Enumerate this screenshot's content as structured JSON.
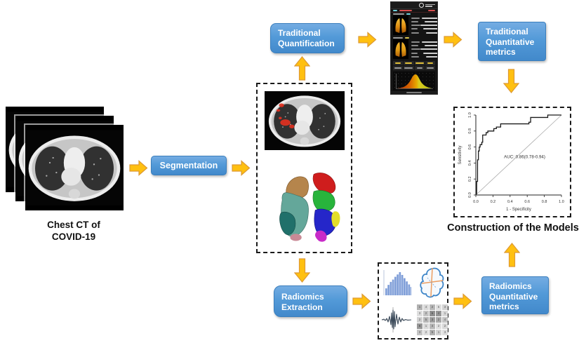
{
  "labels": {
    "chest_ct_line1": "Chest CT of",
    "chest_ct_line2": "COVID-19",
    "segmentation": "Segmentation",
    "traditional_quantification": [
      "Traditional",
      "Quantification"
    ],
    "traditional_quantitative_metrics": [
      "Traditional",
      "Quantitative",
      "metrics"
    ],
    "radiomics_extraction": [
      "Radiomics",
      "Extraction"
    ],
    "radiomics_quantitative_metrics": [
      "Radiomics",
      "Quantitative",
      "metrics"
    ],
    "construction_of_models": "Construction of the Models"
  },
  "colors": {
    "process_box_blue": "#4a90d0",
    "arrow_yellow": "#ffc010",
    "arrow_outline": "#dd9933",
    "dashed_border": "#1a1a1a",
    "ct_lesion_red": "#e03020",
    "lung_lobe_colors": [
      "#b5854c",
      "#64a79a",
      "#20706a",
      "#cf1d1d",
      "#28b43c",
      "#2526c9",
      "#c82bc8",
      "#e3de2a"
    ]
  },
  "chart_data": {
    "type": "line",
    "title": "",
    "xlabel": "1 - Specificity",
    "ylabel": "Sensitivity",
    "xlim": [
      0,
      1
    ],
    "ylim": [
      0,
      1
    ],
    "xticks": [
      "0.0",
      "0.2",
      "0.4",
      "0.6",
      "0.8",
      "1.0"
    ],
    "yticks": [
      "0.0",
      "0.2",
      "0.4",
      "0.6",
      "0.8",
      "1.0"
    ],
    "annotation": "AUC: 0.86(0.78-0.94)",
    "legend_position": "none",
    "grid": false,
    "series": [
      {
        "name": "ROC curve",
        "points": [
          [
            0.0,
            0.0
          ],
          [
            0.01,
            0.02
          ],
          [
            0.01,
            0.17
          ],
          [
            0.02,
            0.17
          ],
          [
            0.02,
            0.44
          ],
          [
            0.03,
            0.44
          ],
          [
            0.03,
            0.5
          ],
          [
            0.03,
            0.55
          ],
          [
            0.04,
            0.55
          ],
          [
            0.04,
            0.6
          ],
          [
            0.05,
            0.6
          ],
          [
            0.05,
            0.63
          ],
          [
            0.07,
            0.63
          ],
          [
            0.07,
            0.66
          ],
          [
            0.08,
            0.66
          ],
          [
            0.08,
            0.75
          ],
          [
            0.12,
            0.75
          ],
          [
            0.12,
            0.78
          ],
          [
            0.14,
            0.78
          ],
          [
            0.14,
            0.8
          ],
          [
            0.21,
            0.8
          ],
          [
            0.21,
            0.83
          ],
          [
            0.24,
            0.83
          ],
          [
            0.24,
            0.85
          ],
          [
            0.29,
            0.85
          ],
          [
            0.29,
            0.89
          ],
          [
            0.31,
            0.89
          ],
          [
            0.62,
            0.89
          ],
          [
            0.62,
            0.91
          ],
          [
            0.64,
            0.91
          ],
          [
            0.64,
            0.97
          ],
          [
            0.84,
            0.97
          ],
          [
            0.84,
            1.0
          ],
          [
            1.0,
            1.0
          ]
        ]
      },
      {
        "name": "reference diagonal",
        "points": [
          [
            0,
            0
          ],
          [
            1,
            1
          ]
        ]
      }
    ]
  },
  "icons": {
    "histogram_feature": {
      "name": "histogram-feature-icon",
      "bars": [
        0.3,
        0.45,
        0.58,
        0.68,
        0.8,
        0.9,
        1.0,
        0.88,
        0.74,
        0.6,
        0.47,
        0.36
      ]
    },
    "shape_feature": {
      "name": "shape-feature-icon"
    },
    "wavelet_feature": {
      "name": "wavelet-feature-icon"
    },
    "texture_matrix": {
      "name": "texture-matrix-icon",
      "shades": [
        [
          0.45,
          0.15,
          0.4,
          0.1,
          0.2
        ],
        [
          0.1,
          0.3,
          0.7,
          0.65,
          0.15
        ],
        [
          0.2,
          0.4,
          0.6,
          0.5,
          0.3
        ],
        [
          0.65,
          0.15,
          0.4,
          0.1,
          0.15
        ],
        [
          0.3,
          0.1,
          0.45,
          0.2,
          0.1
        ]
      ],
      "digits": [
        [
          1,
          4,
          2,
          5,
          3
        ],
        [
          3,
          2,
          6,
          4,
          1
        ],
        [
          2,
          5,
          3,
          2,
          4
        ],
        [
          6,
          1,
          4,
          2,
          2
        ],
        [
          3,
          2,
          5,
          1,
          3
        ]
      ]
    }
  },
  "software_panel": {
    "name": "ct-quantification-software-screenshot"
  }
}
